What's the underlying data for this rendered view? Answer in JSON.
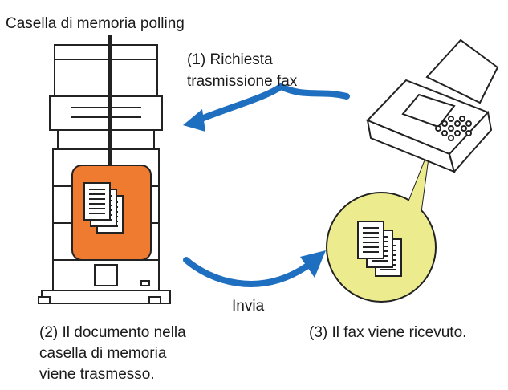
{
  "labels": {
    "polling_box": "Casella di memoria polling",
    "request_line1": "(1) Richiesta",
    "request_line2": "trasmissione fax",
    "send": "Invia",
    "document_line1": "(2) Il documento nella",
    "document_line2": "casella di memoria",
    "document_line3": "viene trasmesso.",
    "received": "(3) Il fax viene ricevuto."
  },
  "colors": {
    "arrow": "#1f6fc0",
    "memory_box": "#ee7b2f",
    "received_circle": "#ecec8e",
    "outline": "#222222"
  },
  "icons": {
    "machine": "multifunction-printer-icon",
    "fax": "fax-machine-icon",
    "documents": "document-stack-icon"
  }
}
